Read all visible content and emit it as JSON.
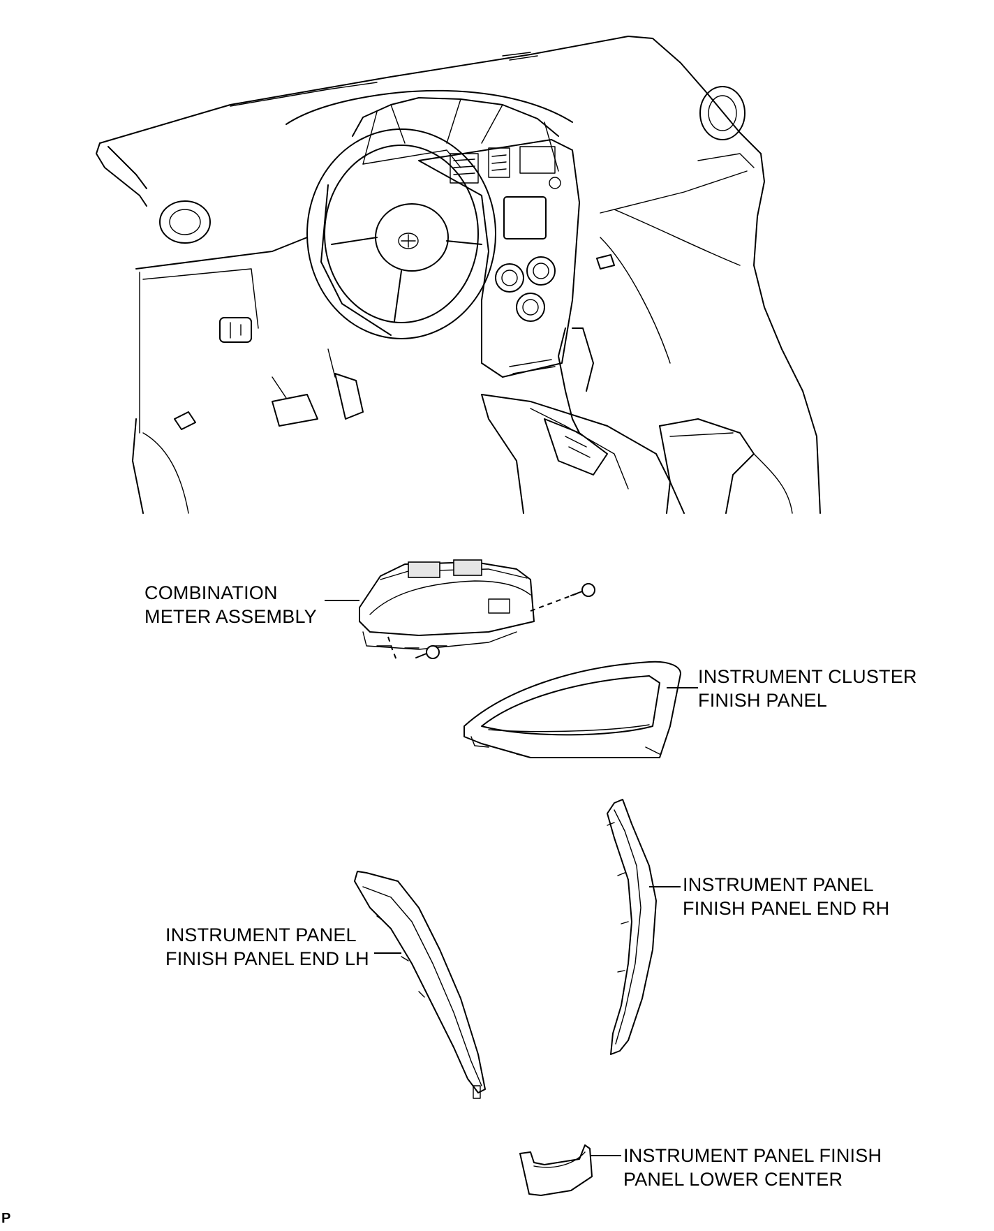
{
  "labels": {
    "combination_meter": [
      "COMBINATION",
      "METER ASSEMBLY"
    ],
    "cluster_finish_panel": [
      "INSTRUMENT CLUSTER",
      "FINISH PANEL"
    ],
    "end_rh": [
      "INSTRUMENT PANEL",
      "FINISH PANEL END RH"
    ],
    "end_lh": [
      "INSTRUMENT PANEL",
      "FINISH PANEL END LH"
    ],
    "lower_center": [
      "INSTRUMENT PANEL FINISH",
      "PANEL LOWER CENTER"
    ]
  },
  "figure_code": "P"
}
